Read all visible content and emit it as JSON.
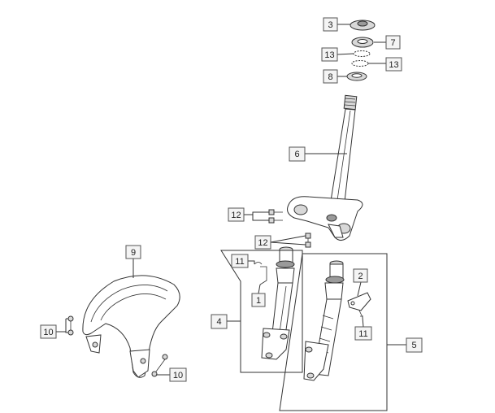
{
  "diagram": {
    "callouts": {
      "c3": "3",
      "c7": "7",
      "c13a": "13",
      "c13b": "13",
      "c8": "8",
      "c6": "6",
      "c12a": "12",
      "c12b": "12",
      "c9": "9",
      "c11a": "11",
      "c1": "1",
      "c2": "2",
      "c11b": "11",
      "c4": "4",
      "c5": "5",
      "c10a": "10",
      "c10b": "10"
    }
  }
}
